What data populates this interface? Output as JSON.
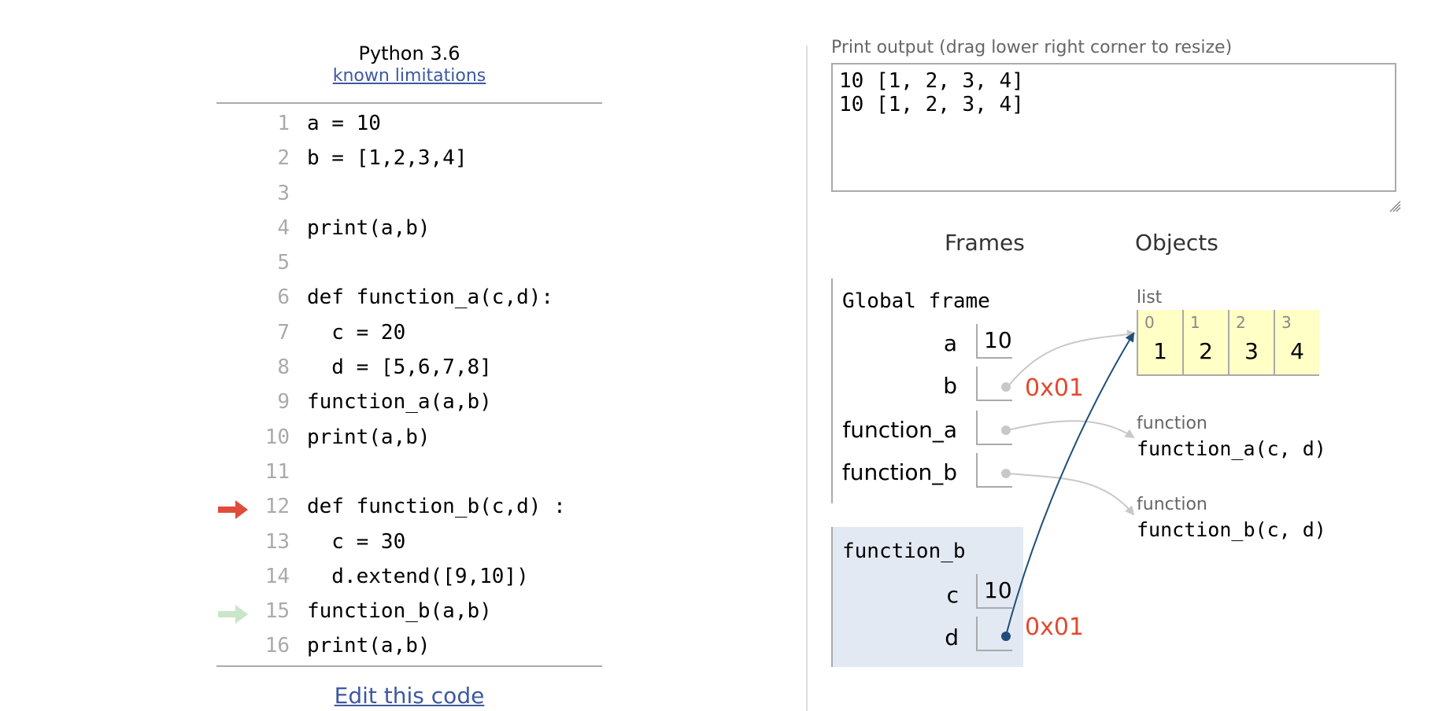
{
  "header": {
    "language": "Python 3.6",
    "limitations_link": "known limitations"
  },
  "code": {
    "lines": [
      {
        "num": "1",
        "text": "a = 10"
      },
      {
        "num": "2",
        "text": "b = [1,2,3,4]"
      },
      {
        "num": "3",
        "text": ""
      },
      {
        "num": "4",
        "text": "print(a,b)"
      },
      {
        "num": "5",
        "text": ""
      },
      {
        "num": "6",
        "text": "def function_a(c,d):"
      },
      {
        "num": "7",
        "text": "  c = 20"
      },
      {
        "num": "8",
        "text": "  d = [5,6,7,8]"
      },
      {
        "num": "9",
        "text": "function_a(a,b)"
      },
      {
        "num": "10",
        "text": "print(a,b)"
      },
      {
        "num": "11",
        "text": ""
      },
      {
        "num": "12",
        "text": "def function_b(c,d) :"
      },
      {
        "num": "13",
        "text": "  c = 30"
      },
      {
        "num": "14",
        "text": "  d.extend([9,10])"
      },
      {
        "num": "15",
        "text": "function_b(a,b)"
      },
      {
        "num": "16",
        "text": "print(a,b)"
      }
    ],
    "current_line": "12",
    "previous_line": "15",
    "edit_link": "Edit this code",
    "arrow_colors": {
      "current": "#e04c3a",
      "previous": "#c9e6c9"
    }
  },
  "print_output": {
    "label": "Print output (drag lower right corner to resize)",
    "text": "10 [1, 2, 3, 4]\n10 [1, 2, 3, 4]"
  },
  "viz": {
    "frames_header": "Frames",
    "objects_header": "Objects",
    "global_frame": {
      "title": "Global frame",
      "vars": [
        {
          "name": "a",
          "value": "10"
        },
        {
          "name": "b",
          "value": ""
        },
        {
          "name": "function_a",
          "value": ""
        },
        {
          "name": "function_b",
          "value": ""
        }
      ],
      "b_address": "0x01"
    },
    "active_frame": {
      "title": "function_b",
      "vars": [
        {
          "name": "c",
          "value": "10"
        },
        {
          "name": "d",
          "value": ""
        }
      ],
      "d_address": "0x01",
      "background": "#e2e9f3"
    },
    "objects": {
      "list_label": "list",
      "list_items": [
        {
          "index": "0",
          "value": "1"
        },
        {
          "index": "1",
          "value": "2"
        },
        {
          "index": "2",
          "value": "3"
        },
        {
          "index": "3",
          "value": "4"
        }
      ],
      "function_a_label": "function",
      "function_a_sig": "function_a(c, d)",
      "function_b_label": "function",
      "function_b_sig": "function_b(c, d)"
    },
    "colors": {
      "address": "#e24a2e",
      "pointer_inactive": "#c8c8c8",
      "pointer_active": "#1f4e79",
      "list_bg": "#ffffc6"
    }
  }
}
